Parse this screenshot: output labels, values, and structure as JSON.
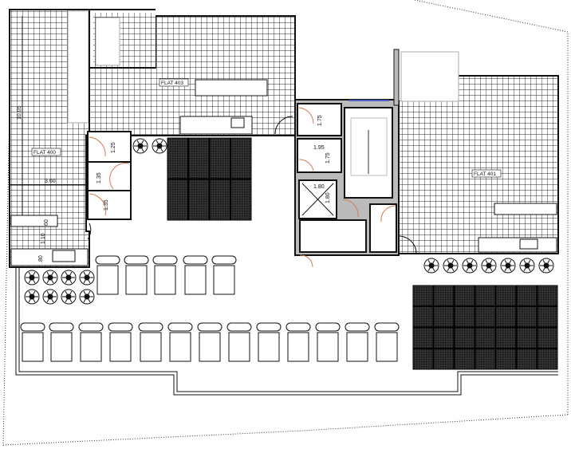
{
  "plan": {
    "flats": [
      {
        "id": "flat-400",
        "label": "FLAT 400"
      },
      {
        "id": "flat-403",
        "label": "FLAT 403"
      },
      {
        "id": "flat-401",
        "label": "FLAT 401"
      }
    ],
    "dimensions": {
      "flat400_length": "10.05",
      "flat400_width": "3.60",
      "wc1": "1.25",
      "wc2": "1.35",
      "wc3": "1.35",
      "counter_depth": ".60",
      "clearance": "1.10",
      "kitchen_depth": ".80",
      "core_room1": "1.75",
      "core_room2_w": "1.95",
      "core_room2_h": "1.75",
      "lift_w": "1.80",
      "lift_h": "1.80"
    },
    "colors": {
      "wall": "#111111",
      "door_swing": "#d07a50",
      "glazing": "#4a5fc0",
      "hatch": "#222222"
    }
  }
}
